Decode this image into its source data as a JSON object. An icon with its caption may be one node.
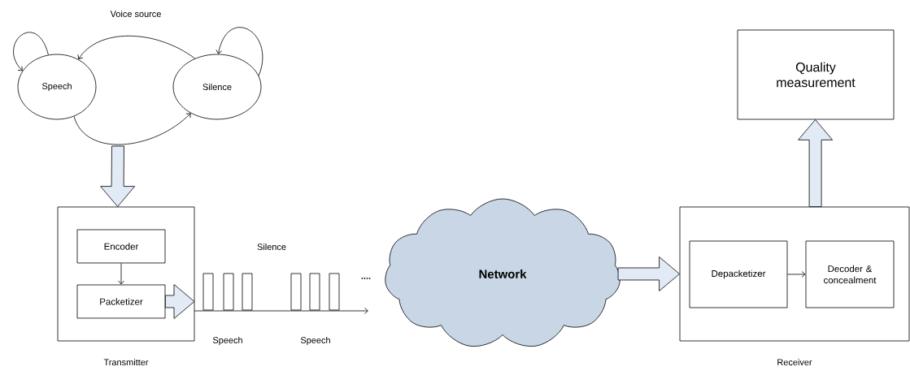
{
  "diagram": {
    "nodes": [
      {
        "text": [
          "Speech"
        ]
      },
      {
        "text": [
          "Silence"
        ]
      },
      {
        "text": [
          "Transmitter"
        ]
      },
      {
        "text": [
          "Encoder"
        ],
        "in": 2
      },
      {
        "text": [
          "Packetizer"
        ],
        "in": 2
      },
      {
        "text": [
          "Network"
        ]
      },
      {
        "text": [
          "Receiver"
        ]
      },
      {
        "text": [
          "Depacketizer"
        ],
        "in": 6
      },
      {
        "text": [
          "Decoder & concealment"
        ],
        "in": 6
      },
      {
        "text": [
          "Quality measurement"
        ]
      }
    ],
    "edges": [
      {
        "from": 0,
        "to": 0,
        "arrow": "to"
      },
      {
        "from": 1,
        "to": 1,
        "arrow": "to"
      },
      {
        "from": 1,
        "to": 0,
        "arrow": "to"
      },
      {
        "from": 0,
        "to": 1,
        "arrow": "to"
      },
      {
        "from": null,
        "to": 2,
        "arrow": "to",
        "style": "thick"
      },
      {
        "from": 3,
        "to": 4,
        "arrow": "to"
      },
      {
        "from": 4,
        "to": null,
        "arrow": "to",
        "style": "thick"
      },
      {
        "from": 2,
        "to": null,
        "arrow": "to"
      },
      {
        "from": 5,
        "to": 6,
        "arrow": "to",
        "style": "thick"
      },
      {
        "from": 7,
        "to": 8,
        "arrow": "to"
      },
      {
        "from": 6,
        "to": 9,
        "arrow": "to",
        "style": "thick"
      }
    ],
    "labels": [
      "Voice source",
      "Silence",
      "....",
      "Speech",
      "Speech"
    ]
  }
}
